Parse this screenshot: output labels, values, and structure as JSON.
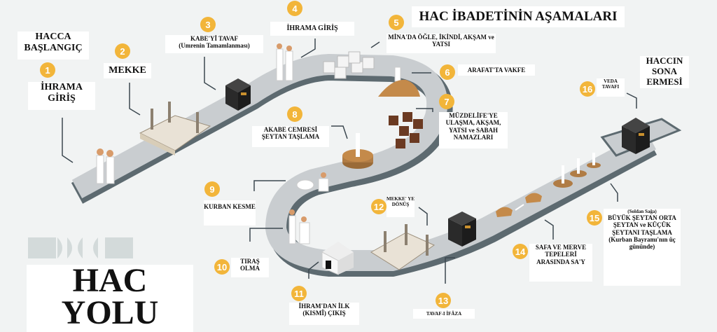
{
  "title": "HAC İBADETİNİN AŞAMALARI",
  "start_label": "HACCA BAŞLANGIÇ",
  "end_label": "HACCIN SONA ERMESİ",
  "big_title": {
    "line1": "HAC",
    "line2": "YOLU"
  },
  "colors": {
    "background": "#f1f3f3",
    "road": "#c9cdd0",
    "road_edge": "#5d6a70",
    "badge": "#f2b53a",
    "kaaba": "#2a2a2a",
    "kaaba_band": "#c9902e",
    "rock": "#c48a4a",
    "tent_brown": "#6b3a22"
  },
  "steps": [
    {
      "n": "1",
      "label": "İHRAMA GİRİŞ"
    },
    {
      "n": "2",
      "label": "MEKKE"
    },
    {
      "n": "3",
      "label": "KABE'Yİ TAVAF",
      "sub": "(Umrenin Tamamlanması)"
    },
    {
      "n": "4",
      "label": "İHRAMA GİRİŞ"
    },
    {
      "n": "5",
      "label": "MİNA'DA ÖĞLE, İKİNDİ, AKŞAM ve YATSI"
    },
    {
      "n": "6",
      "label": "ARAFAT'TA VAKFE"
    },
    {
      "n": "7",
      "label": "MÜZDELİFE'YE ULAŞMA, AKŞAM, YATSI ve SABAH NAMAZLARI"
    },
    {
      "n": "8",
      "label": "AKABE CEMRESİ ŞEYTAN TAŞLAMA"
    },
    {
      "n": "9",
      "label": "KURBAN KESME"
    },
    {
      "n": "10",
      "label": "TIRAŞ OLMA"
    },
    {
      "n": "11",
      "label": "İHRAM'DAN İLK (KISMÎ) ÇIKIŞ"
    },
    {
      "n": "12",
      "label": "MEKKE' YE DÖNÜŞ"
    },
    {
      "n": "13",
      "label": "TAVAF-I İFÂZA"
    },
    {
      "n": "14",
      "label": "SAFA VE MERVE TEPELERİ ARASINDA SA'Y"
    },
    {
      "n": "15",
      "sub": "(Soldan Sağa)",
      "label": "BÜYÜK ŞEYTAN ORTA ŞEYTAN ve KÜÇÜK ŞEYTANI TAŞLAMA (Kurban Bayramı'nın üç gününde)"
    },
    {
      "n": "16",
      "label": "VEDA TAVAFI"
    }
  ]
}
